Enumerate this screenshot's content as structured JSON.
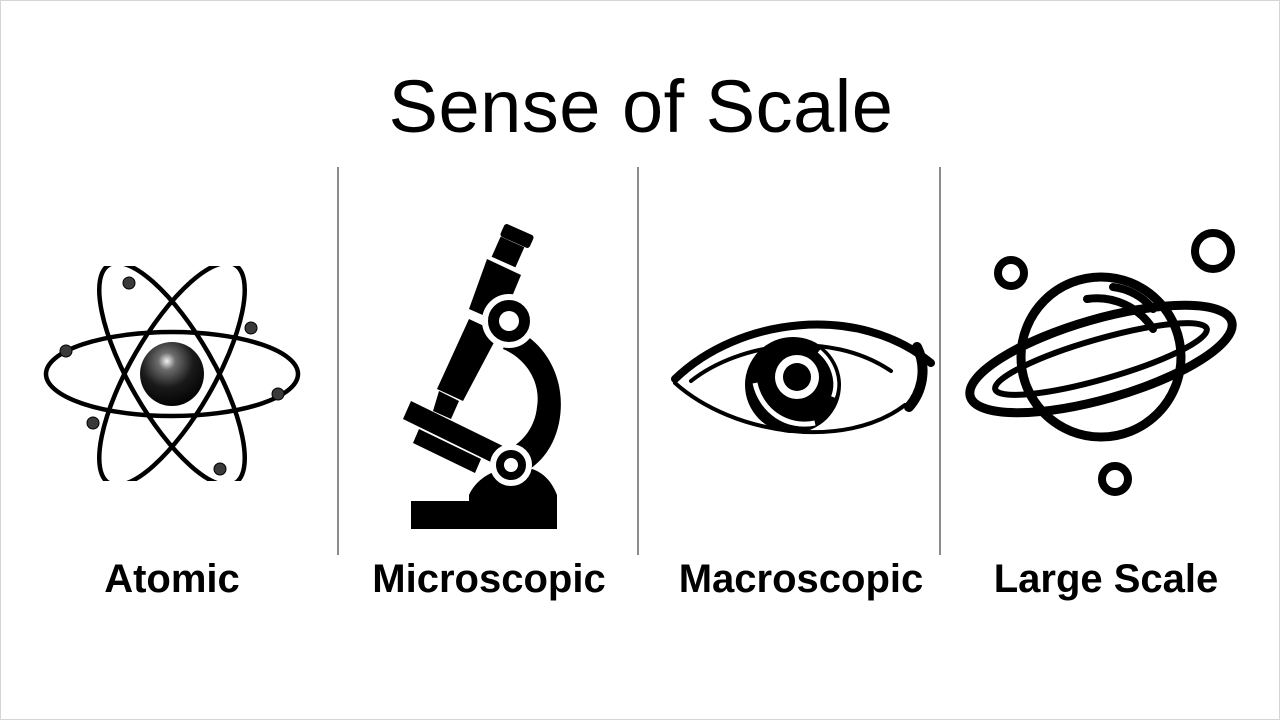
{
  "title": "Sense of Scale",
  "colors": {
    "text": "#000000",
    "divider": "#8c8c8c",
    "background": "#ffffff"
  },
  "columns": [
    {
      "label": "Atomic",
      "icon": "atom-icon"
    },
    {
      "label": "Microscopic",
      "icon": "microscope-icon"
    },
    {
      "label": "Macroscopic",
      "icon": "eye-icon"
    },
    {
      "label": "Large Scale",
      "icon": "planet-icon"
    }
  ]
}
